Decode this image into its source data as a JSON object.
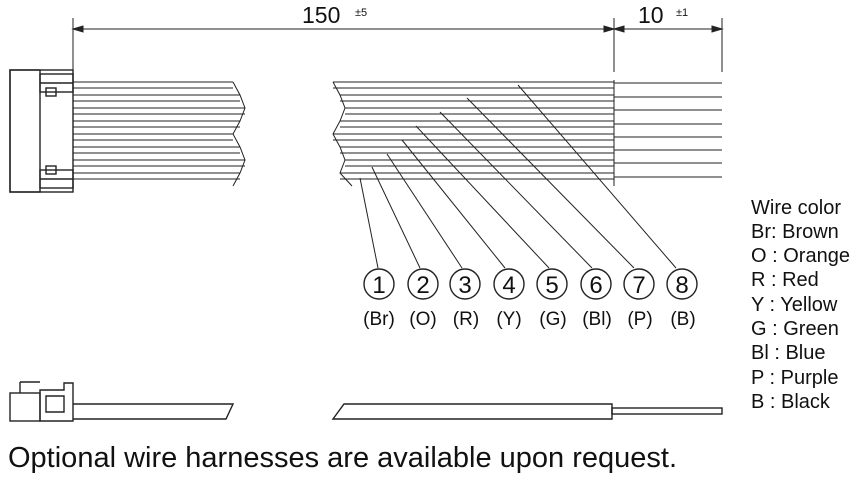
{
  "dimensions": {
    "length_main": "150",
    "length_main_tolerance": "±5",
    "length_strip": "10",
    "length_strip_tolerance": "±1"
  },
  "pins": [
    {
      "number": "1",
      "code": "(Br)"
    },
    {
      "number": "2",
      "code": "(O)"
    },
    {
      "number": "3",
      "code": "(R)"
    },
    {
      "number": "4",
      "code": "(Y)"
    },
    {
      "number": "5",
      "code": "(G)"
    },
    {
      "number": "6",
      "code": "(Bl)"
    },
    {
      "number": "7",
      "code": "(P)"
    },
    {
      "number": "8",
      "code": "(B)"
    }
  ],
  "legend": {
    "title": "Wire color",
    "items": [
      "Br: Brown",
      "O : Orange",
      "R : Red",
      "Y : Yellow",
      "G : Green",
      "Bl : Blue",
      "P : Purple",
      "B : Black"
    ]
  },
  "footnote": "Optional wire harnesses are available upon request."
}
